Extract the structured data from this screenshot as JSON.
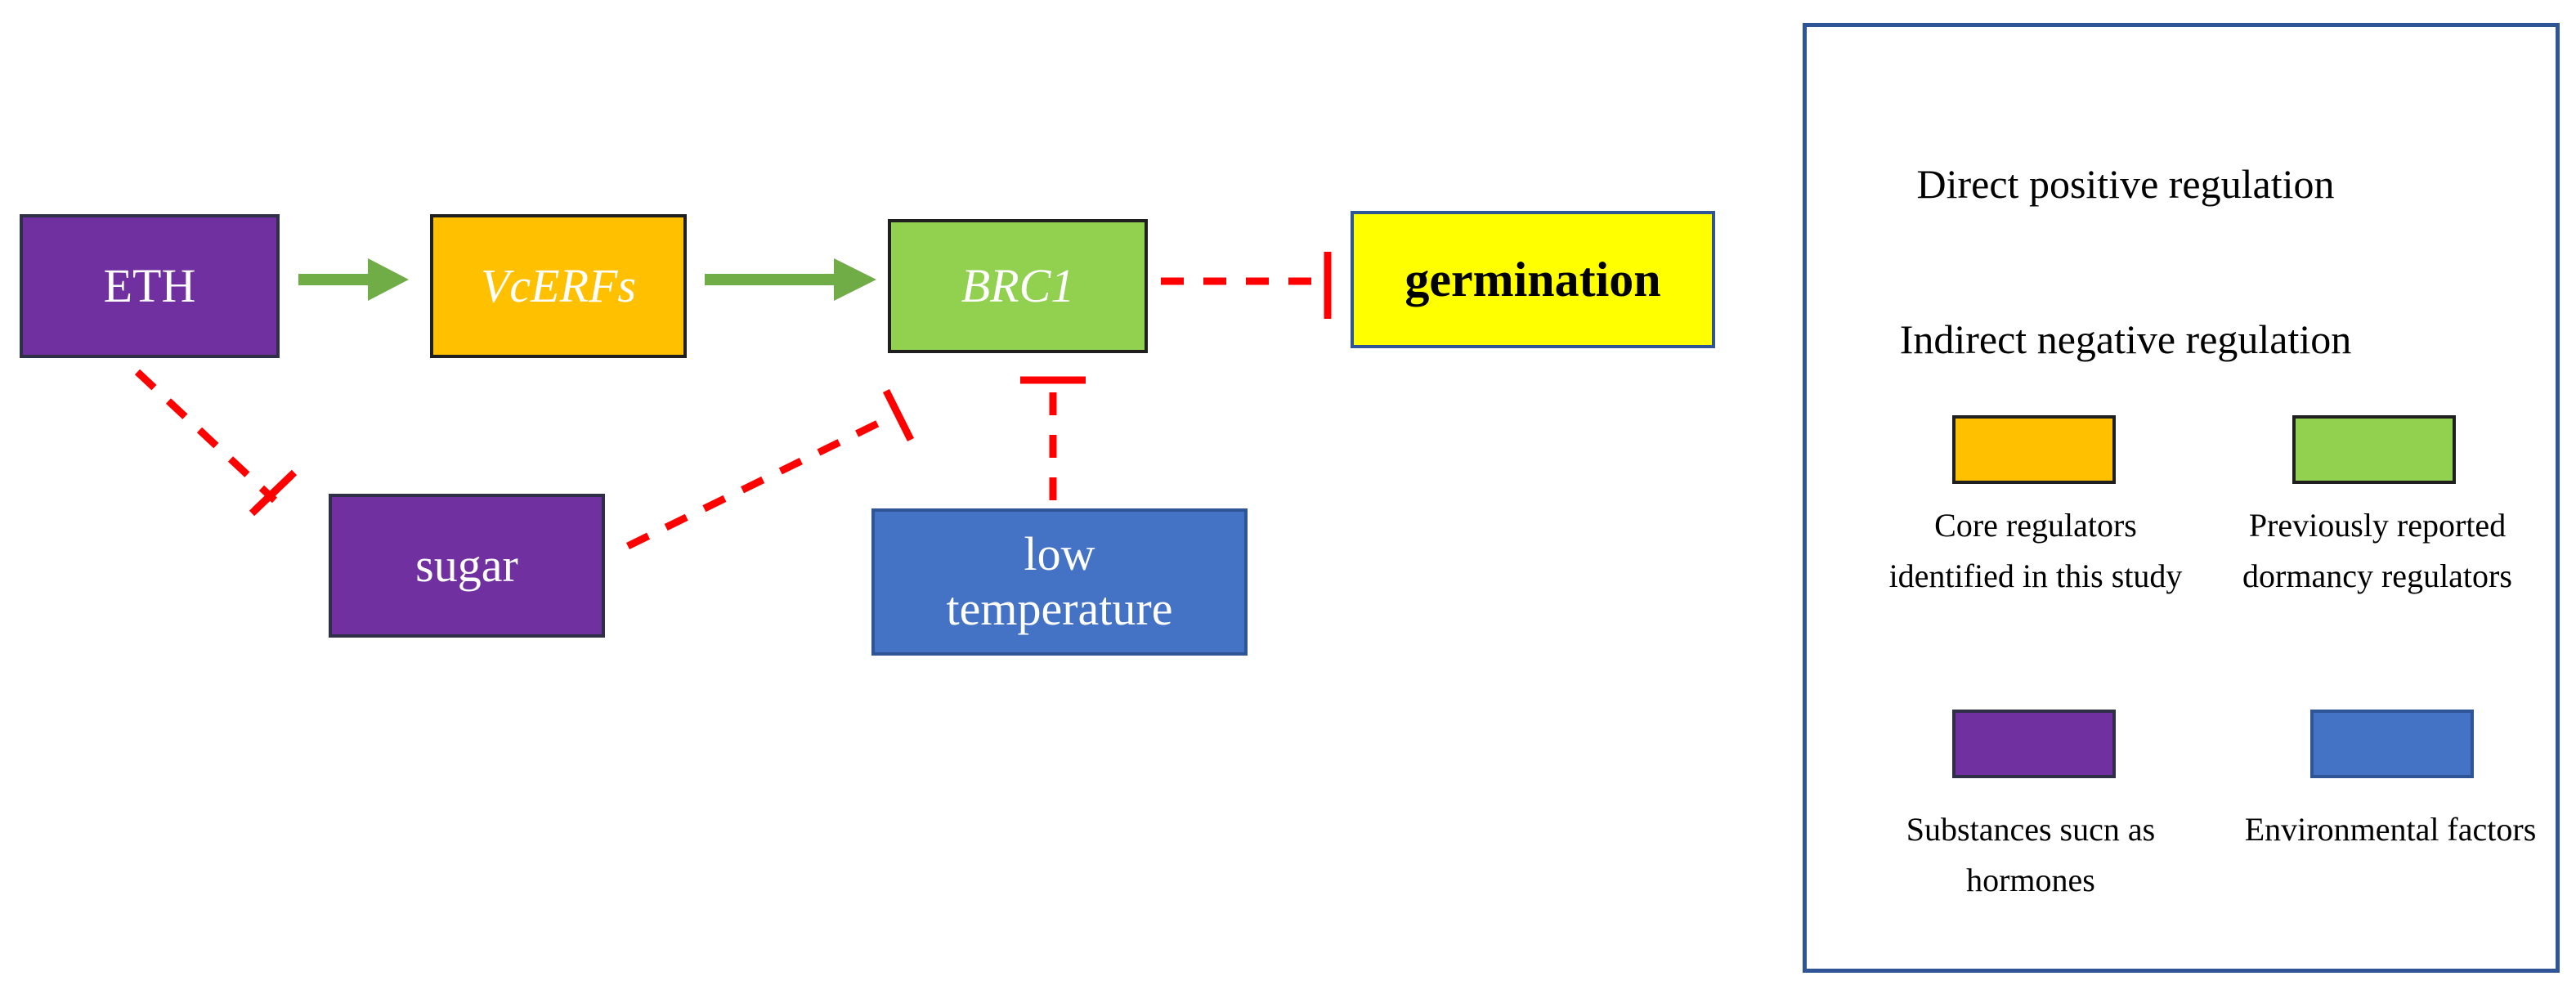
{
  "nodes": {
    "eth": "ETH",
    "vcerfs": "VcERFs",
    "brc1": "BRC1",
    "germination": "germination",
    "sugar": "sugar",
    "low_temperature": "low\ntemperature"
  },
  "edges": [
    {
      "from": "eth",
      "to": "vcerfs",
      "type": "direct positive regulation"
    },
    {
      "from": "vcerfs",
      "to": "brc1",
      "type": "direct positive regulation"
    },
    {
      "from": "brc1",
      "to": "germination",
      "type": "indirect negative regulation"
    },
    {
      "from": "eth",
      "to": "sugar",
      "type": "indirect negative regulation"
    },
    {
      "from": "sugar",
      "to": "brc1",
      "type": "indirect negative regulation"
    },
    {
      "from": "low_temperature",
      "to": "brc1",
      "type": "indirect negative regulation"
    }
  ],
  "legend": {
    "direct_positive": "Direct positive regulation",
    "indirect_negative": "Indirect negative regulation",
    "core_regulators": "Core regulators identified in this study",
    "previously_reported": "Previously reported dormancy regulators",
    "substances": "Substances sucn as hormones",
    "environmental": "Environmental factors"
  },
  "colors": {
    "positive_arrow": "#70ad47",
    "negative_line": "#ff0000",
    "core_regulators": "#ffc000",
    "previously_reported": "#92d050",
    "substances": "#7030a0",
    "environmental": "#4472c4",
    "outcome": "#ffff00",
    "legend_border": "#2f5597"
  }
}
